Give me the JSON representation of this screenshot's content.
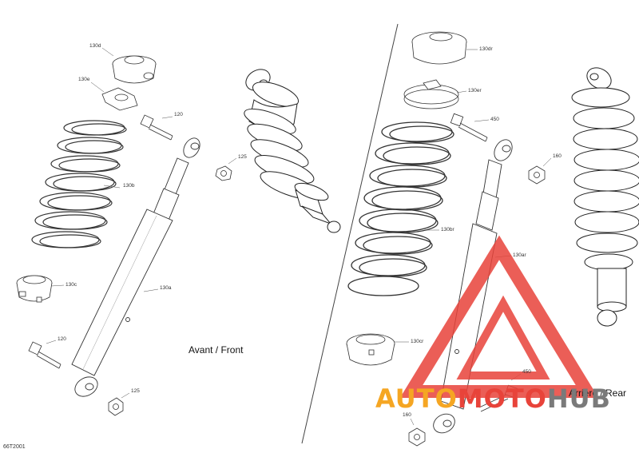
{
  "diagram": {
    "figure_code": "66T2001",
    "front_title": "Avant / Front",
    "rear_title": "Arrière / Rear",
    "callouts": {
      "c130d": "130d",
      "c130e": "130e",
      "c120_top": "120",
      "c125_top": "125",
      "c130b": "130b",
      "c130c": "130c",
      "c130a": "130a",
      "c120_bottom": "120",
      "c125_bottom": "125",
      "c130dr": "130dr",
      "c130er": "130er",
      "c450_top": "450",
      "c160_top": "160",
      "c130br": "130br",
      "c130ar": "130ar",
      "c130cr": "130cr",
      "c450_bottom": "450",
      "c160_bottom": "160"
    }
  },
  "watermark": {
    "text_part1": "AUTO",
    "text_part2": "MOTO",
    "text_part3": "HUB",
    "color_orange": "#f5a623",
    "color_red": "#e8433a",
    "color_gray": "#7a7a7a"
  }
}
